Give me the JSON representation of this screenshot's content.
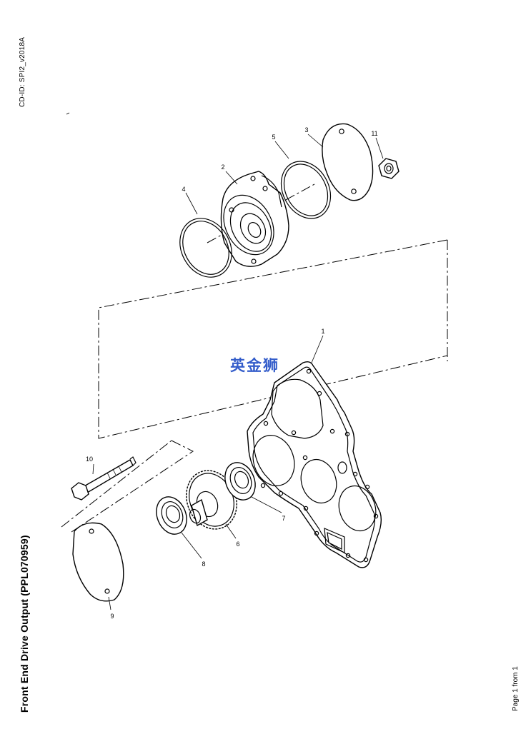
{
  "header": {
    "cd_id": "CD-ID: SPI2_v2018A"
  },
  "title": "Front End Drive Output (PPL070959)",
  "footer": {
    "page_info": "Page 1 from 1"
  },
  "watermark": "英金狮",
  "callouts": [
    "1",
    "2",
    "3",
    "4",
    "5",
    "6",
    "7",
    "8",
    "9",
    "10",
    "11"
  ]
}
